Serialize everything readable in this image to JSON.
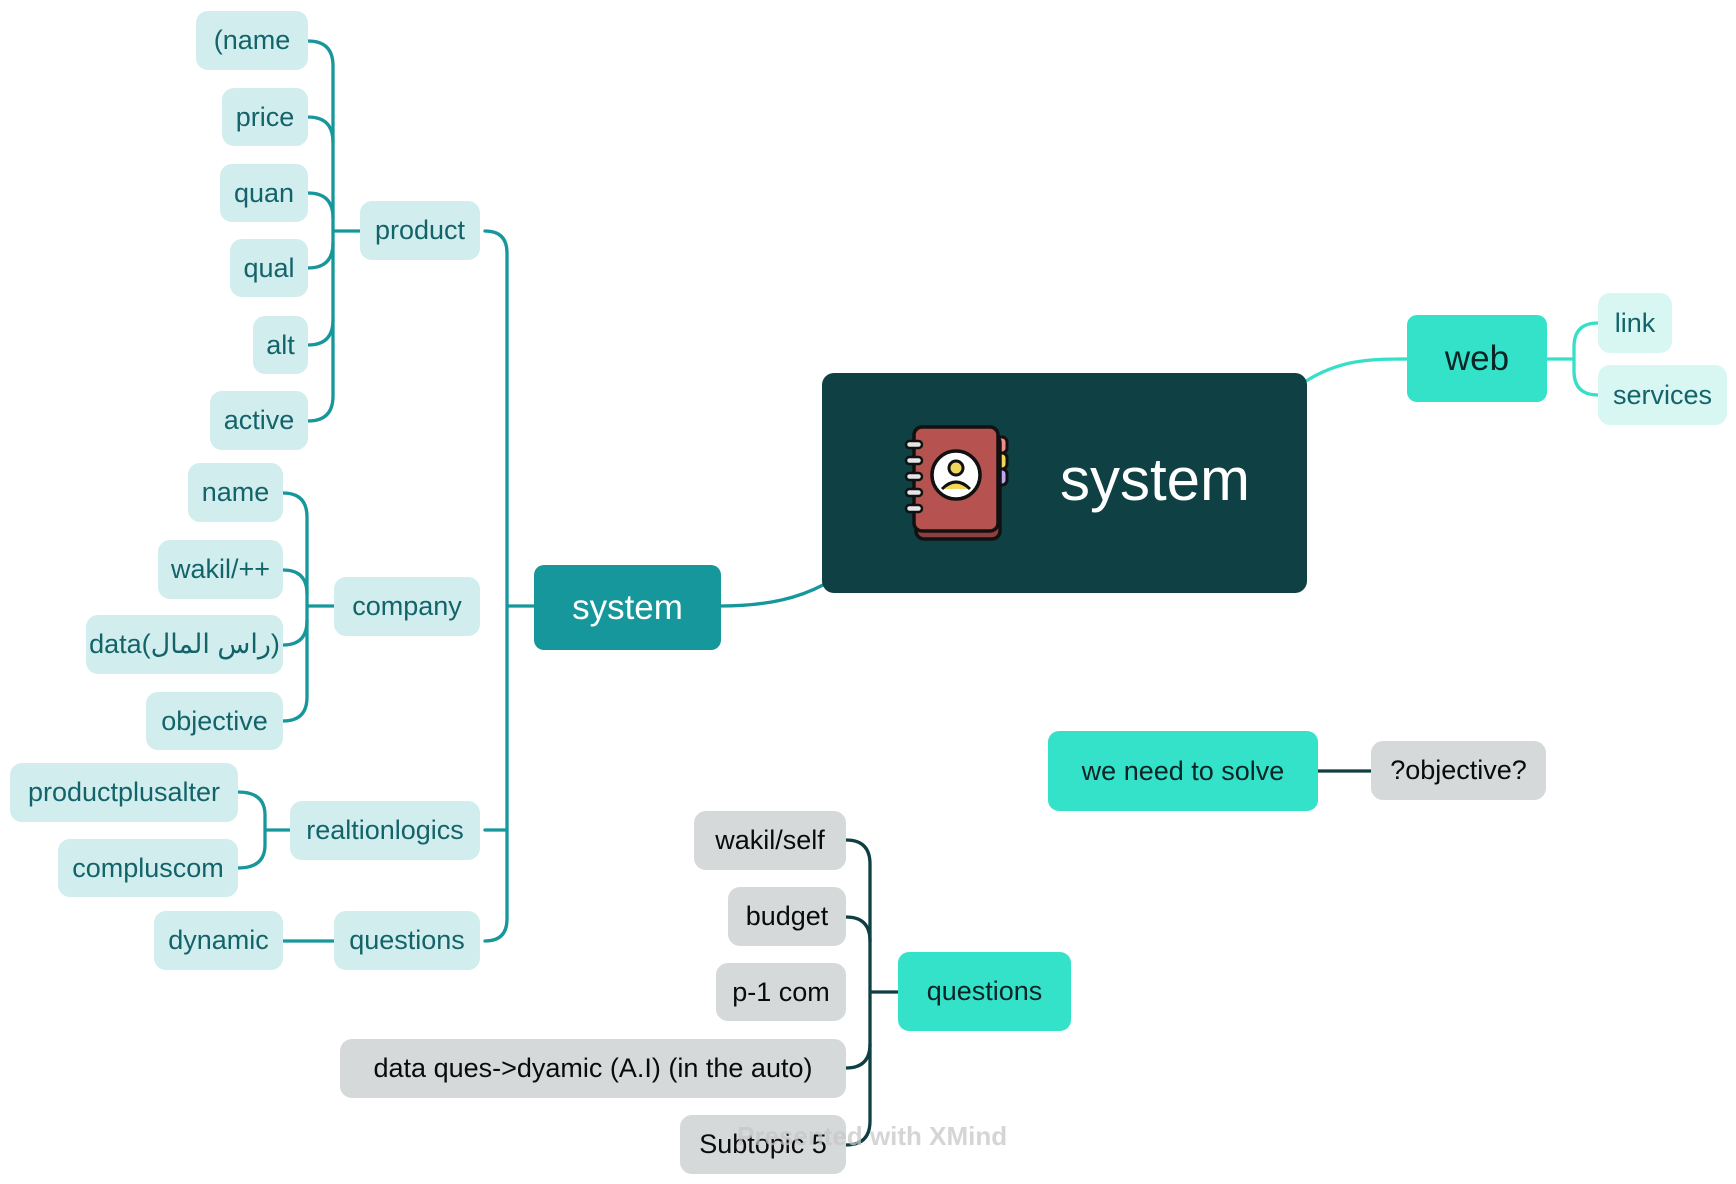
{
  "central_topic": {
    "label": "system",
    "icon": "address-book-icon"
  },
  "left_branch": {
    "label": "system",
    "children": [
      {
        "label": "product",
        "children": [
          "(name",
          "price",
          "quan",
          "qual",
          "alt",
          "active"
        ]
      },
      {
        "label": "company",
        "children": [
          "name",
          "wakil/++",
          "data(راس المال)",
          "objective"
        ]
      },
      {
        "label": "realtionlogics",
        "children": [
          "productplusalter",
          "compluscom"
        ]
      },
      {
        "label": "questions",
        "children": [
          "dynamic"
        ]
      }
    ]
  },
  "web_branch": {
    "label": "web",
    "children": [
      "link",
      "services"
    ]
  },
  "floating_topics": [
    {
      "label": "we need to solve",
      "children": [
        "?objective?"
      ]
    },
    {
      "label": "questions",
      "children": [
        "wakil/self",
        "budget",
        "p-1 com",
        "data ques->dyamic (A.I) (in the auto)",
        "Subtopic 5"
      ]
    }
  ],
  "watermark": "Presented with XMind",
  "colors": {
    "root_fill": "#0f4043",
    "main_topic_fill": "#16979b",
    "accent_fill": "#33e2c9",
    "light_topic_fill": "#d2eded",
    "grey_topic_fill": "#d5d9da",
    "teal_line": "#16979b",
    "aqua_line": "#36e0c8",
    "dark_line": "#0e3f42"
  }
}
